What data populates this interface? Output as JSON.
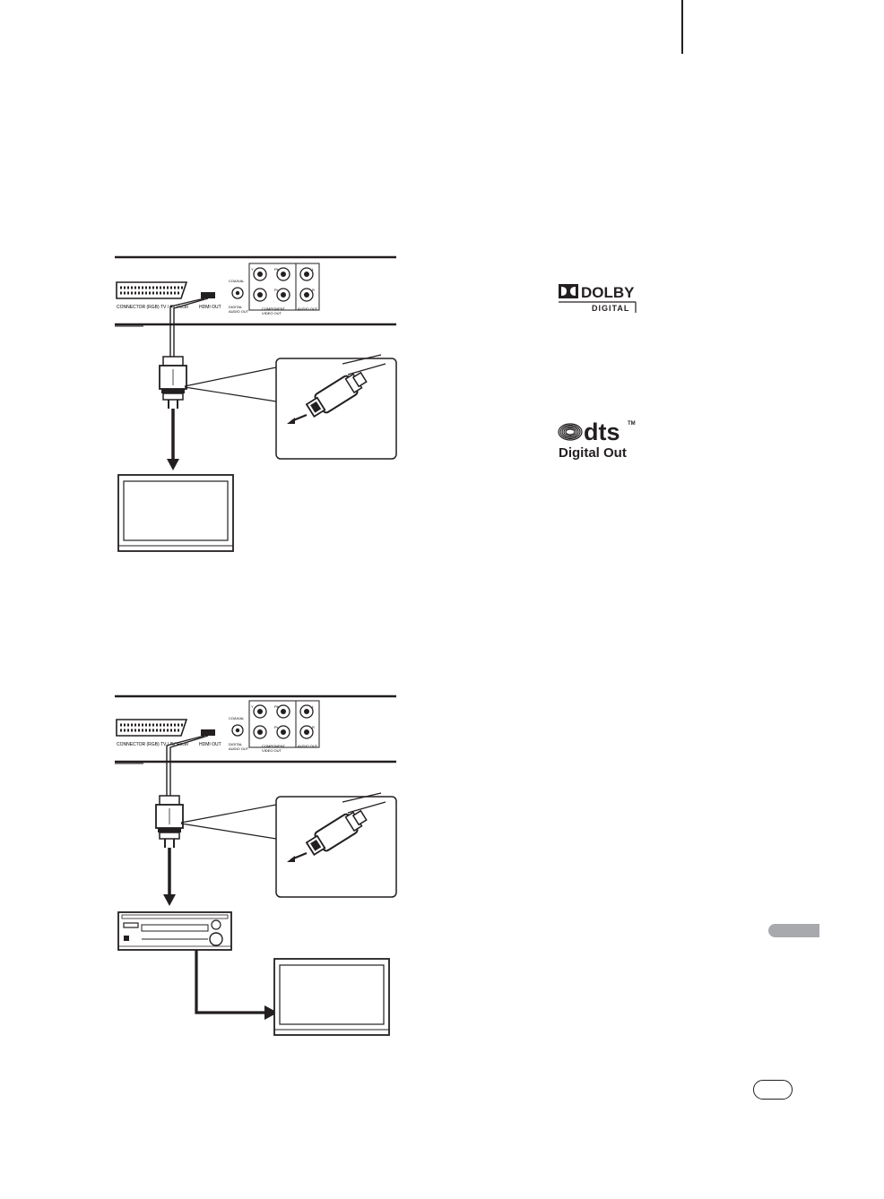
{
  "panel": {
    "scart_label": "CONNECTOR (RGB) TV / AV Recei",
    "hdmi_label": "HDMI OUT",
    "coaxial_label": "COAXIAL",
    "digital_audio_label_1": "DIGITAL",
    "digital_audio_label_2": "AUDIO OUT",
    "component_label_1": "COMPONENT",
    "component_label_2": "VIDEO OUT",
    "audio_out_label": "AUDIO OUT",
    "jack_y": "Y",
    "jack_pb": "Pb",
    "jack_pr": "Pr",
    "jack_l": "L",
    "jack_r": "R"
  },
  "logos": {
    "dolby_word": "DOLBY",
    "dolby_sub": "DIGITAL",
    "dts_word": "dts",
    "dts_tm": "TM",
    "dts_sub": "Digital Out"
  },
  "colors": {
    "ink": "#231f20",
    "tab_gray": "#a7a9ac",
    "paper": "#ffffff"
  }
}
